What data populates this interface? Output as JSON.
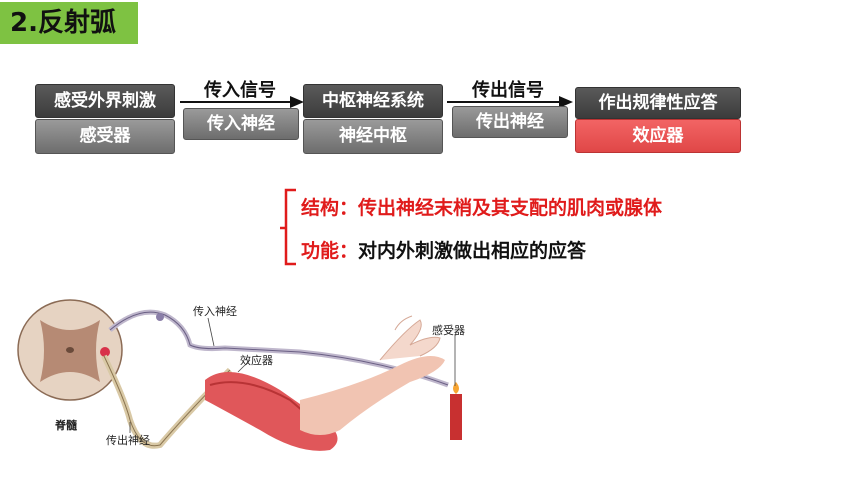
{
  "section_title": "2.反射弧",
  "flow": {
    "row_top": [
      "感受外界刺激",
      "中枢神经系统",
      "作出规律性应答"
    ],
    "row_bottom": [
      "感受器",
      "神经中枢",
      "效应器"
    ],
    "arrow1_top": "传入信号",
    "arrow1_bottom": "传入神经",
    "arrow2_top": "传出信号",
    "arrow2_bottom": "传出神经"
  },
  "effector_notes": {
    "structure_key": "结构：",
    "structure_value": "传出神经末梢及其支配的肌肉或腺体",
    "function_key": "功能：",
    "function_value": "对内外刺激做出相应的应答"
  },
  "diagram_labels": {
    "afferent_nerve": "传入神经",
    "effector": "效应器",
    "receptor": "感受器",
    "spinal_cord": "脊髓",
    "efferent_nerve": "传出神经"
  },
  "colors": {
    "title_bg": "#7ec242",
    "accent_red": "#e01b1b",
    "effector_box": "#e04747",
    "box_gray": "#7d7d7d"
  }
}
